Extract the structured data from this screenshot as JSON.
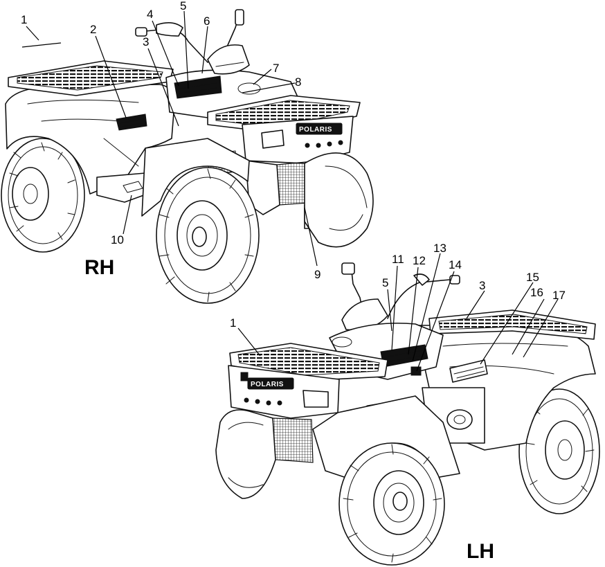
{
  "views": {
    "rh": {
      "label": "RH"
    },
    "lh": {
      "label": "LH"
    }
  },
  "decal_logo": "POLARIS",
  "callouts": {
    "rh": [
      {
        "n": "1"
      },
      {
        "n": "2"
      },
      {
        "n": "3"
      },
      {
        "n": "4"
      },
      {
        "n": "5"
      },
      {
        "n": "6"
      },
      {
        "n": "7"
      },
      {
        "n": "8"
      },
      {
        "n": "9"
      },
      {
        "n": "10"
      }
    ],
    "lh": [
      {
        "n": "1"
      },
      {
        "n": "5"
      },
      {
        "n": "11"
      },
      {
        "n": "12"
      },
      {
        "n": "13"
      },
      {
        "n": "14"
      },
      {
        "n": "3"
      },
      {
        "n": "15"
      },
      {
        "n": "16"
      },
      {
        "n": "17"
      }
    ]
  }
}
